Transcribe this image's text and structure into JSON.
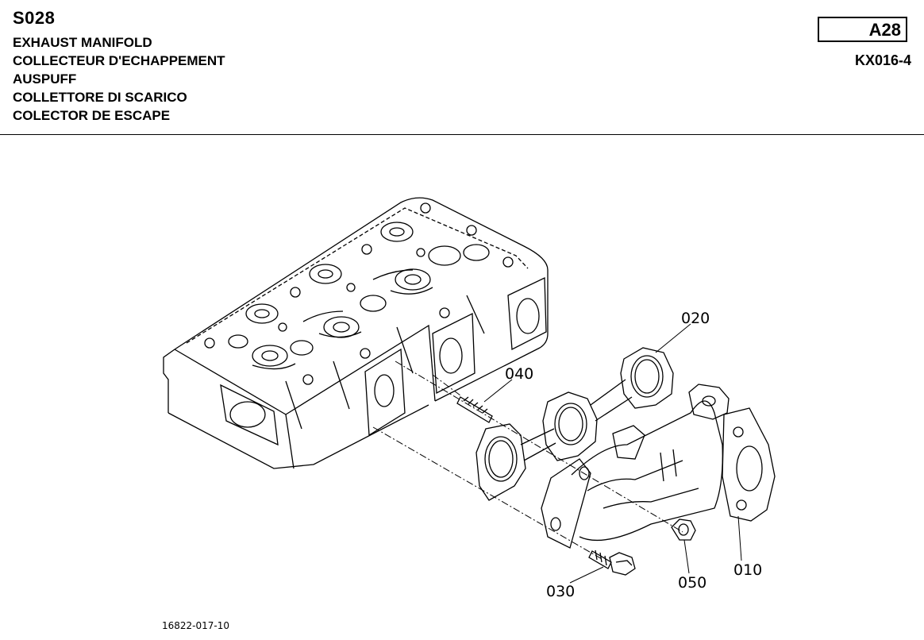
{
  "header": {
    "section_code": "S028",
    "titles": [
      "EXHAUST MANIFOLD",
      "COLLECTEUR D'ECHAPPEMENT",
      "AUSPUFF",
      "COLLETTORE DI SCARICO",
      "COLECTOR DE ESCAPE"
    ],
    "page_ref": "A28",
    "model": "KX016-4"
  },
  "diagram": {
    "callouts": {
      "manifold": "010",
      "gasket": "020",
      "bolt": "030",
      "stud": "040",
      "nut": "050"
    },
    "drawing_number": "16822-017-10"
  }
}
